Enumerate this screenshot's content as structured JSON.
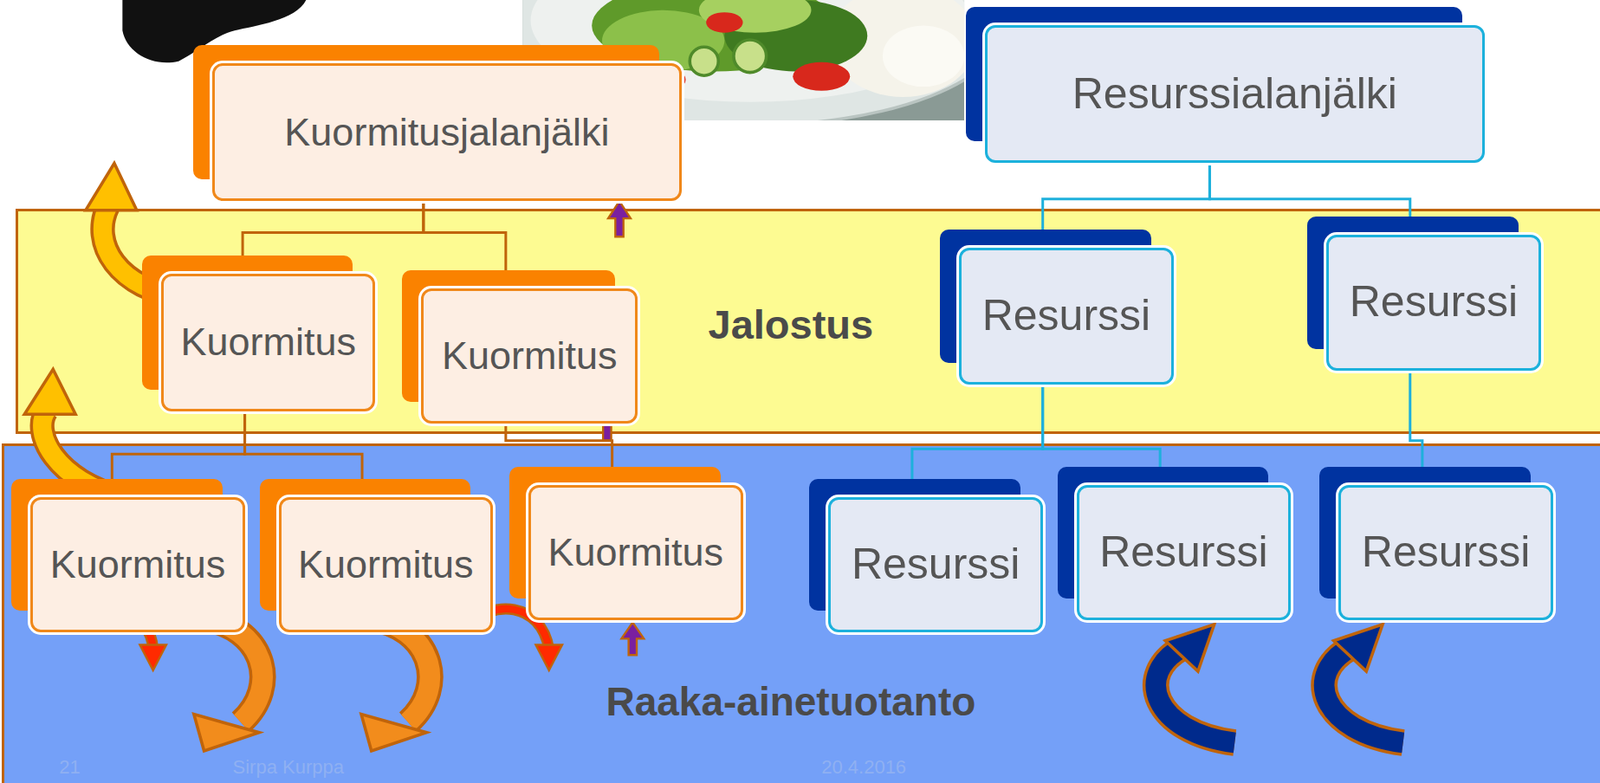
{
  "diagram": {
    "nodes": [
      {
        "text": [
          "Kuormitusjalanjälki"
        ]
      },
      {
        "text": [
          "Resurssialanjälki"
        ]
      },
      {
        "text": [
          "Jalostus"
        ]
      },
      {
        "text": [
          "Kuormitus"
        ],
        "in": 2
      },
      {
        "text": [
          "Kuormitus"
        ],
        "in": 2
      },
      {
        "text": [
          "Resurssi"
        ],
        "in": 2
      },
      {
        "text": [
          "Resurssi"
        ],
        "in": 2
      },
      {
        "text": [
          "Raaka-ainetuotanto"
        ]
      },
      {
        "text": [
          "Kuormitus"
        ],
        "in": 7
      },
      {
        "text": [
          "Kuormitus"
        ],
        "in": 7
      },
      {
        "text": [
          "Kuormitus"
        ],
        "in": 7
      },
      {
        "text": [
          "Resurssi"
        ],
        "in": 7
      },
      {
        "text": [
          "Resurssi"
        ],
        "in": 7
      },
      {
        "text": [
          "Resurssi"
        ],
        "in": 7
      }
    ],
    "edges": [
      {
        "from": 0,
        "to": 3,
        "arrow": "none"
      },
      {
        "from": 0,
        "to": 4,
        "arrow": "none"
      },
      {
        "from": 1,
        "to": 5,
        "arrow": "none"
      },
      {
        "from": 1,
        "to": 6,
        "arrow": "none"
      },
      {
        "from": 3,
        "to": 8,
        "arrow": "none"
      },
      {
        "from": 3,
        "to": 9,
        "arrow": "none"
      },
      {
        "from": 4,
        "to": 10,
        "arrow": "none"
      },
      {
        "from": 5,
        "to": 11,
        "arrow": "none"
      },
      {
        "from": 5,
        "to": 12,
        "arrow": "none"
      },
      {
        "from": 6,
        "to": 13,
        "arrow": "none"
      }
    ],
    "labels": [
      "21",
      "Sirpa Kurppa",
      "20.4.2016"
    ]
  }
}
